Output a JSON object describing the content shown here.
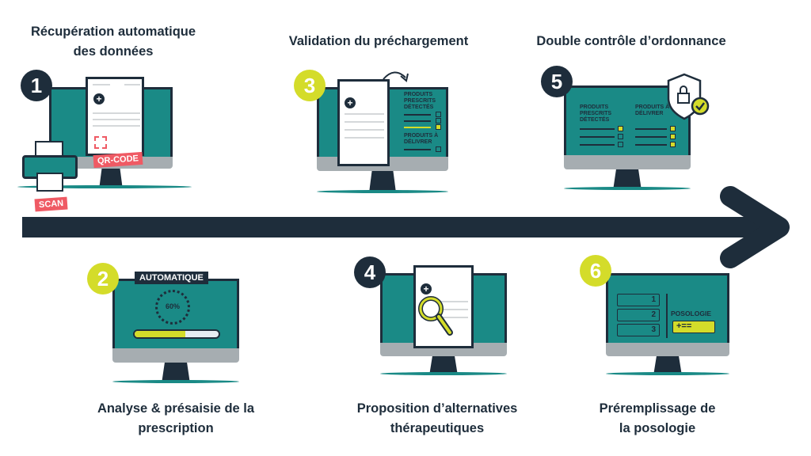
{
  "steps": [
    {
      "number": "1",
      "title_line1": "Récupération automatique",
      "title_line2": "des données",
      "tags": [
        "QR-CODE",
        "SCAN"
      ]
    },
    {
      "number": "2",
      "title_line1": "Analyse & présaisie de la",
      "title_line2": "prescription",
      "badge": "AUTOMATIQUE",
      "progress_label": "60%",
      "progress": 0.6
    },
    {
      "number": "3",
      "title_line1": "Validation du préchargement",
      "labels": [
        "PRODUITS PRESCRITS DÉTECTÉS",
        "PRODUITS À DÉLIVRER"
      ]
    },
    {
      "number": "4",
      "title_line1": "Proposition d’alternatives",
      "title_line2": "thérapeutiques"
    },
    {
      "number": "5",
      "title_line1": "Double contrôle d’ordonnance",
      "labels": [
        "PRODUITS PRESCRITS DÉTECTÉS",
        "PRODUITS À DÉLIVRER"
      ]
    },
    {
      "number": "6",
      "title_line1": "Préremplissage de",
      "title_line2": "la posologie",
      "list": [
        "1",
        "2",
        "3"
      ],
      "label": "POSOLOGIE"
    }
  ],
  "colors": {
    "teal": "#1a8a86",
    "navy": "#1e2d3b",
    "yellow": "#d4dc2a",
    "red": "#ef5a64",
    "grey": "#a6adb1"
  }
}
